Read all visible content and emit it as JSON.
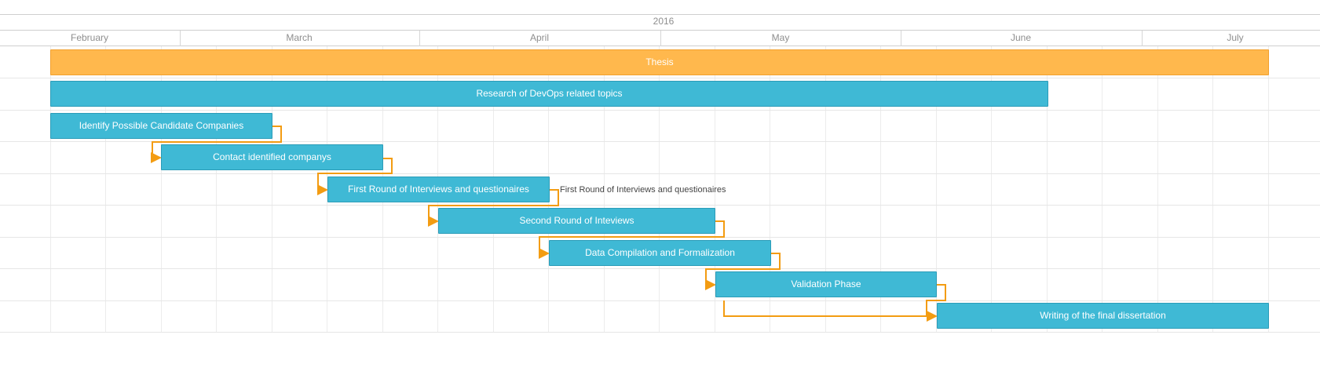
{
  "timeline": {
    "year": "2016",
    "months": [
      "February",
      "March",
      "April",
      "May",
      "June",
      "July"
    ]
  },
  "tasks": [
    {
      "id": "thesis",
      "label": "Thesis",
      "kind": "summary"
    },
    {
      "id": "research",
      "label": "Research of DevOps related topics",
      "kind": "task"
    },
    {
      "id": "identify",
      "label": "Identify Possible Candidate Companies",
      "kind": "task"
    },
    {
      "id": "contact",
      "label": "Contact identified companys",
      "kind": "task"
    },
    {
      "id": "first-round",
      "label": "First Round of Interviews and questionaires",
      "kind": "task",
      "side_label": "First Round of Interviews and questionaires"
    },
    {
      "id": "second-round",
      "label": "Second Round of Inteviews",
      "kind": "task"
    },
    {
      "id": "data-compilation",
      "label": "Data Compilation and Formalization",
      "kind": "task"
    },
    {
      "id": "validation",
      "label": "Validation Phase",
      "kind": "task"
    },
    {
      "id": "writing",
      "label": "Writing of the final dissertation",
      "kind": "task"
    }
  ],
  "colors": {
    "summary_bar": "#ffb84d",
    "task_bar": "#3fb9d5",
    "dependency_link": "#f39c12"
  },
  "icons": {
    "link_arrow": "arrow-right-icon"
  }
}
